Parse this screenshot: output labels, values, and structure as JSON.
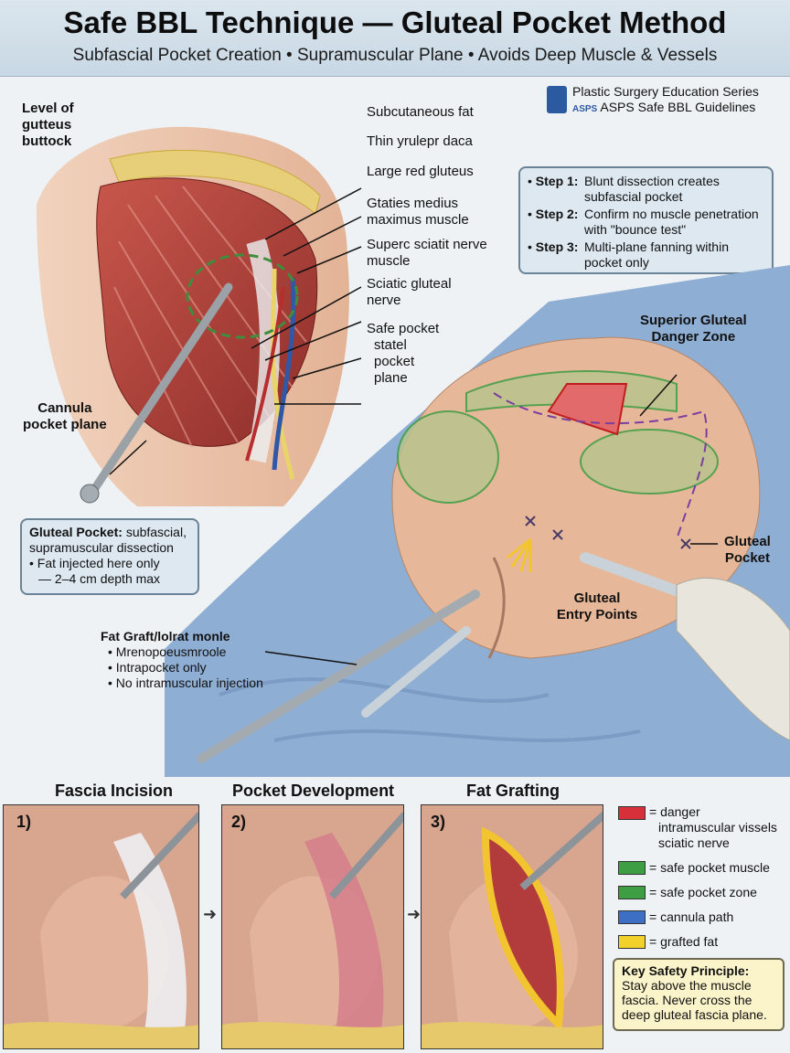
{
  "header": {
    "title": "Safe BBL Technique — Gluteal Pocket Method",
    "subtitle": "Subfascial Pocket Creation • Supramuscular Plane • Avoids Deep Muscle & Vessels"
  },
  "branding": {
    "line1": "Plastic Surgery Education Series",
    "line2": "ASPS Safe BBL Guidelines",
    "logo_text": "ASPS"
  },
  "anatomy": {
    "level_label": [
      "Level of",
      "gutteus",
      "buttock"
    ],
    "callouts": {
      "subcutaneous": "Subcutaneous fat",
      "thin": "Thin yrulepr daca",
      "large": "Large red gluteus",
      "gluteus_medius": [
        "Gtaties medius",
        "maximus muscle"
      ],
      "superc": [
        "Superc sciatit nerve",
        "muscle"
      ],
      "sciatic": [
        "Sciatic gluteal",
        "nerve"
      ],
      "safe_pocket": [
        "Safe pocket",
        "statel",
        "pocket",
        "plane"
      ],
      "cannula": [
        "Cannula",
        "pocket plane"
      ]
    }
  },
  "steps": [
    {
      "label": "Step 1:",
      "text": [
        "Blunt dissection creates",
        "subfascial pocket"
      ]
    },
    {
      "label": "Step 2:",
      "text": [
        "Confirm no muscle penetration",
        "with \"bounce test\""
      ]
    },
    {
      "label": "Step 3:",
      "text": [
        "Multi-plane fanning within",
        "pocket only"
      ]
    }
  ],
  "surgical": {
    "danger_zone": [
      "Superior Gluteal",
      "Danger Zone"
    ],
    "gluteal_pocket": [
      "Gluteal",
      "Pocket"
    ],
    "entry_points": [
      "Gluteal",
      "Entry Points"
    ]
  },
  "pocket_box": {
    "title": "Gluteal Pocket:",
    "title_rest": "subfascial,",
    "line2": "supramuscular dissection",
    "bullet1": "• Fat injected here only",
    "bullet2": "— 2–4 cm depth max"
  },
  "fat_graft": {
    "title": "Fat Graft/lolrat monle",
    "bullets": [
      "• Mrenopoeusmroole",
      "• Intrapocket only",
      "• No intramuscular injection"
    ]
  },
  "panels": [
    {
      "heading": "Fascia Incision",
      "number": "1)"
    },
    {
      "heading": "Pocket Development",
      "number": "2)"
    },
    {
      "heading": "Fat Grafting",
      "number": "3)"
    }
  ],
  "legend": [
    {
      "color": "#d8303a",
      "text": [
        "= danger",
        "intramuscular vissels",
        "sciatic nerve"
      ]
    },
    {
      "color": "#3e9e44",
      "text": [
        "= safe pocket muscle"
      ]
    },
    {
      "color": "#3e9e44",
      "text": [
        "= safe pocket zone"
      ]
    },
    {
      "color": "#3d6fc4",
      "text": [
        "= cannula path"
      ]
    },
    {
      "color": "#f2d22a",
      "text": [
        "= grafted fat"
      ]
    }
  ],
  "key_safety": {
    "title": "Key Safety Principle:",
    "lines": [
      "Stay above the muscle",
      "fascia. Never cross the",
      "deep gluteal fascia plane."
    ]
  }
}
